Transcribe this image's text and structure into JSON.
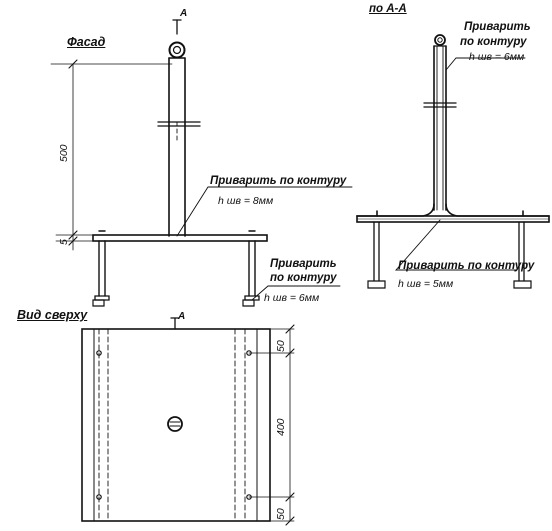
{
  "views": {
    "facade": {
      "title": "Фасад"
    },
    "section": {
      "title": "по А-А"
    },
    "top": {
      "title": "Вид сверху"
    }
  },
  "section_marks": {
    "top_mark": "А",
    "plan_mark": "А"
  },
  "notes": {
    "weld_column_label": "Приварить по контуру",
    "weld_column_value": "h шв = 8мм",
    "weld_anchor_label_1": "Приварить",
    "weld_anchor_label_2": "по контуру",
    "weld_anchor_value": "h шв = 6мм",
    "weld_sect_top_label_1": "Приварить",
    "weld_sect_top_label_2": "по контуру",
    "weld_sect_top_value": "h шв = 6мм",
    "weld_sect_bottom_label": "Приварить по контуру",
    "weld_sect_bottom_value": "h шв = 5мм"
  },
  "dimensions": {
    "column_height": "500",
    "plate_thickness": "5",
    "plan_edge_top": "50",
    "plan_spacing": "400",
    "plan_edge_bottom": "50"
  },
  "colors": {
    "ink": "#111111",
    "paper": "#ffffff"
  }
}
